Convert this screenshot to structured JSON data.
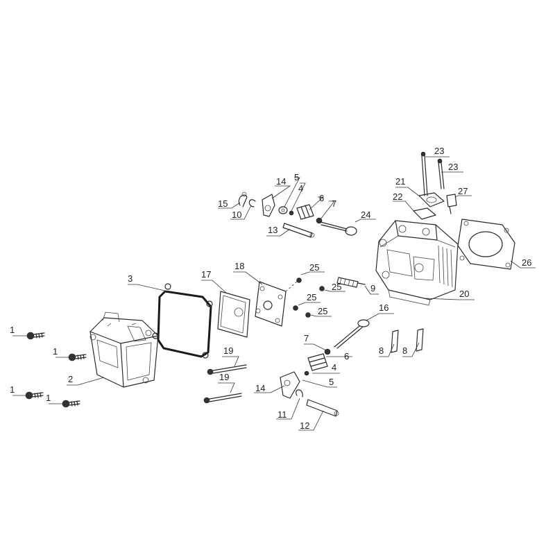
{
  "diagram": {
    "callouts": [
      {
        "id": "c1a",
        "label": "1"
      },
      {
        "id": "c1b",
        "label": "1"
      },
      {
        "id": "c1c",
        "label": "1"
      },
      {
        "id": "c1d",
        "label": "1"
      },
      {
        "id": "c2",
        "label": "2"
      },
      {
        "id": "c3",
        "label": "3"
      },
      {
        "id": "c4a",
        "label": "4"
      },
      {
        "id": "c4b",
        "label": "4"
      },
      {
        "id": "c5a",
        "label": "5"
      },
      {
        "id": "c5b",
        "label": "5"
      },
      {
        "id": "c6a",
        "label": "6"
      },
      {
        "id": "c6b",
        "label": "6"
      },
      {
        "id": "c7a",
        "label": "7"
      },
      {
        "id": "c7b",
        "label": "7"
      },
      {
        "id": "c8a",
        "label": "8"
      },
      {
        "id": "c8b",
        "label": "8"
      },
      {
        "id": "c9",
        "label": "9"
      },
      {
        "id": "c10",
        "label": "10"
      },
      {
        "id": "c11",
        "label": "11"
      },
      {
        "id": "c12",
        "label": "12"
      },
      {
        "id": "c13",
        "label": "13"
      },
      {
        "id": "c14a",
        "label": "14"
      },
      {
        "id": "c14b",
        "label": "14"
      },
      {
        "id": "c15",
        "label": "15"
      },
      {
        "id": "c16",
        "label": "16"
      },
      {
        "id": "c17",
        "label": "17"
      },
      {
        "id": "c18",
        "label": "18"
      },
      {
        "id": "c19a",
        "label": "19"
      },
      {
        "id": "c19b",
        "label": "19"
      },
      {
        "id": "c20",
        "label": "20"
      },
      {
        "id": "c21",
        "label": "21"
      },
      {
        "id": "c22",
        "label": "22"
      },
      {
        "id": "c23a",
        "label": "23"
      },
      {
        "id": "c23b",
        "label": "23"
      },
      {
        "id": "c24",
        "label": "24"
      },
      {
        "id": "c25a",
        "label": "25"
      },
      {
        "id": "c25b",
        "label": "25"
      },
      {
        "id": "c25c",
        "label": "25"
      },
      {
        "id": "c25d",
        "label": "25"
      },
      {
        "id": "c26",
        "label": "26"
      },
      {
        "id": "c27",
        "label": "27"
      }
    ]
  }
}
